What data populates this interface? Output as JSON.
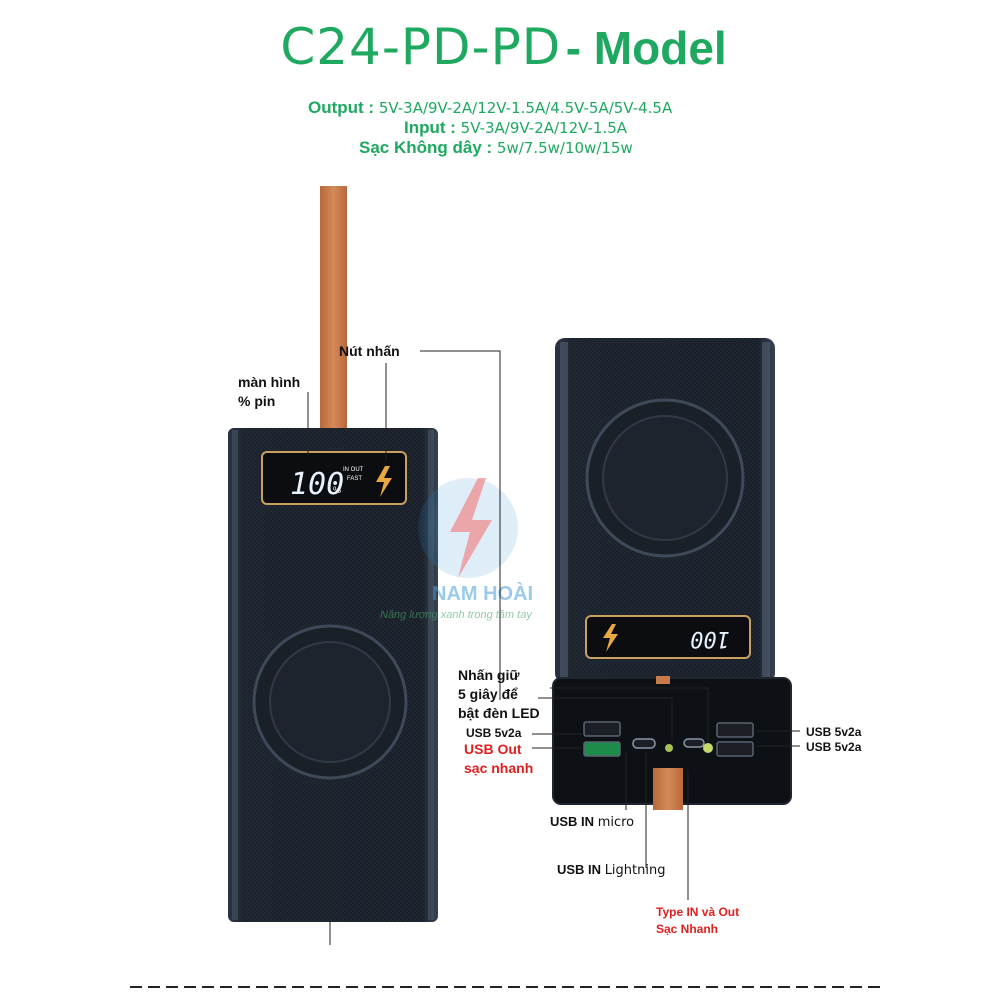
{
  "title": {
    "model_code": "C24-PD-PD",
    "model_word": "- Model"
  },
  "specs": {
    "output_label": "Output",
    "output_value": "5V-3A/9V-2A/12V-1.5A/4.5V-5A/5V-4.5A",
    "input_label": "Input",
    "input_value": "5V-3A/9V-2A/12V-1.5A",
    "wireless_label": "Sạc Không dây",
    "wireless_value": "5w/7.5w/10w/15w",
    "separator": " : "
  },
  "display": {
    "percent": "100",
    "in_out": "IN  OUT",
    "fast": "FAST",
    "percent_sign": "%"
  },
  "callouts": {
    "screen_line1": "màn hình",
    "screen_line2": "% pin",
    "button": "Nút nhấn",
    "hold_line1": "Nhấn giữ",
    "hold_line2": "5 giây để",
    "hold_line3": "bật đèn LED",
    "usb_left": "USB 5v2a",
    "usb_out_line1": "USB Out",
    "usb_out_line2": "sạc nhanh",
    "usb_right1": "USB 5v2a",
    "usb_right2": "USB 5v2a",
    "usb_in_micro_bold": "USB IN",
    "usb_in_micro_thin": "micro",
    "usb_in_lightning_bold": "USB IN",
    "usb_in_lightning_thin": "Lightning",
    "typec_line1": "Type IN và Out",
    "typec_line2": "Sạc Nhanh"
  },
  "watermark": {
    "brand": "NAM HOÀI",
    "slogan": "Năng lượng xanh trong tầm tay"
  },
  "colors": {
    "accent_green": "#1fa860",
    "label_red": "#e02020",
    "cable": "#c87a4a",
    "body": "#1c222c"
  }
}
